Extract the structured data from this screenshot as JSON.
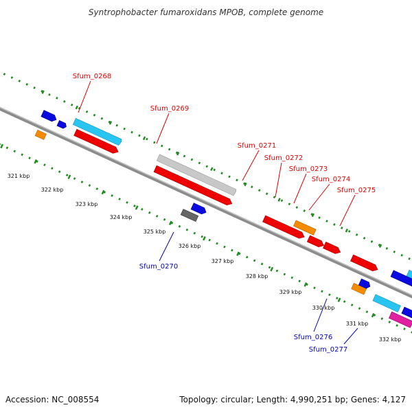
{
  "title": "Syntrophobacter fumaroxidans MPOB, complete genome",
  "footer": {
    "accession": "Accession: NC_008554",
    "summary": "Topology: circular; Length: 4,990,251 bp; Genes: 4,127"
  },
  "colors": {
    "backbone": "#8c8c8c",
    "ruler": "#228b22",
    "label_top": "#dd0000",
    "label_bottom": "#0000bb",
    "red": "#ee0000",
    "cyan": "#29c4f0",
    "blue": "#0a0ae0",
    "orange": "#f58b00",
    "gray": "#c8c8c8",
    "darkgray": "#666666",
    "magenta": "#e020a0"
  },
  "kbp_labels": [
    "321 kbp",
    "322 kbp",
    "323 kbp",
    "324 kbp",
    "325 kbp",
    "326 kbp",
    "327 kbp",
    "328 kbp",
    "329 kbp",
    "330 kbp",
    "331 kbp",
    "332 kbp"
  ],
  "gene_labels": {
    "sfum_0268": "Sfum_0268",
    "sfum_0269": "Sfum_0269",
    "sfum_0270": "Sfum_0270",
    "sfum_0271": "Sfum_0271",
    "sfum_0272": "Sfum_0272",
    "sfum_0273": "Sfum_0273",
    "sfum_0274": "Sfum_0274",
    "sfum_0275": "Sfum_0275",
    "sfum_0276": "Sfum_0276",
    "sfum_0277": "Sfum_0277"
  }
}
